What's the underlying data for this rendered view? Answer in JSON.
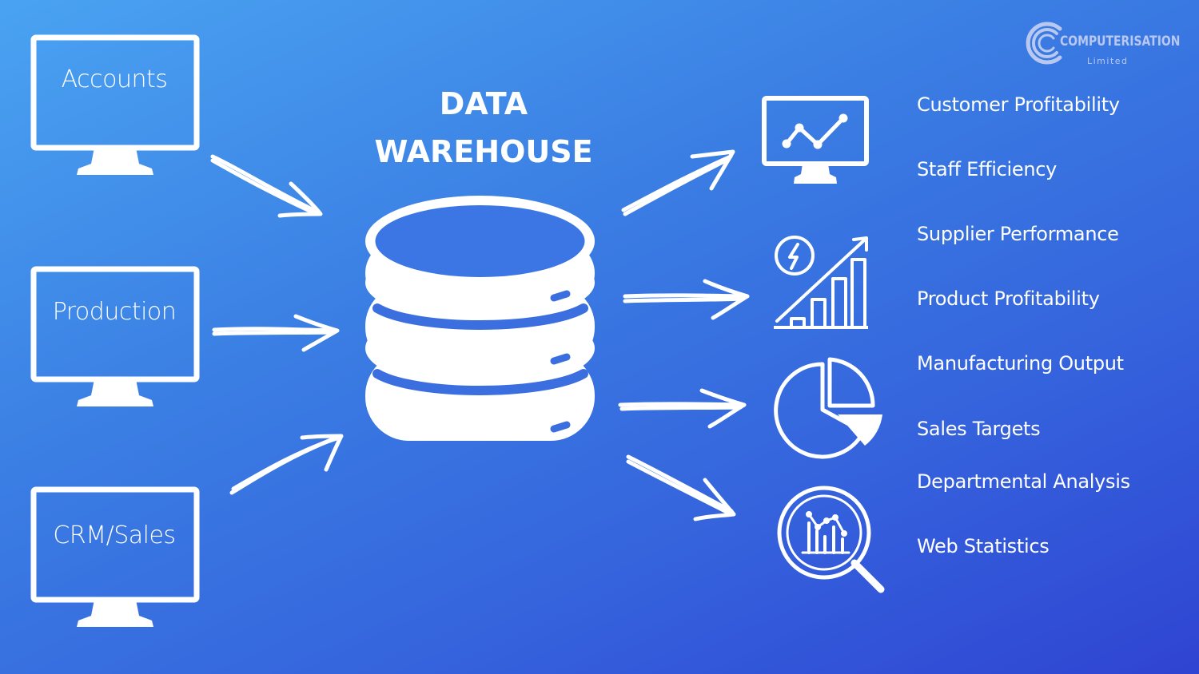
{
  "brand": {
    "name": "COMPUTERISATION",
    "subtitle": "Limited",
    "color": "#b8c8f0"
  },
  "colors": {
    "background_top": "#4aa3f2",
    "background_bottom": "#2f44d2",
    "foreground": "#ffffff"
  },
  "sources": [
    {
      "label": "Accounts",
      "icon": "monitor-icon"
    },
    {
      "label": "Production",
      "icon": "monitor-icon"
    },
    {
      "label": "CRM/Sales",
      "icon": "monitor-icon"
    }
  ],
  "center": {
    "title_line1": "DATA",
    "title_line2": "WAREHOUSE",
    "icon": "database-icon"
  },
  "output_icons": [
    "line-chart-monitor-icon",
    "growth-bar-chart-icon",
    "pie-chart-icon",
    "magnifier-analytics-icon"
  ],
  "outputs": [
    "Customer Profitability",
    "Staff Efficiency",
    "Supplier Performance",
    "Product Profitability",
    "Manufacturing Output",
    "Sales Targets",
    "Departmental Analysis",
    "Web Statistics"
  ]
}
